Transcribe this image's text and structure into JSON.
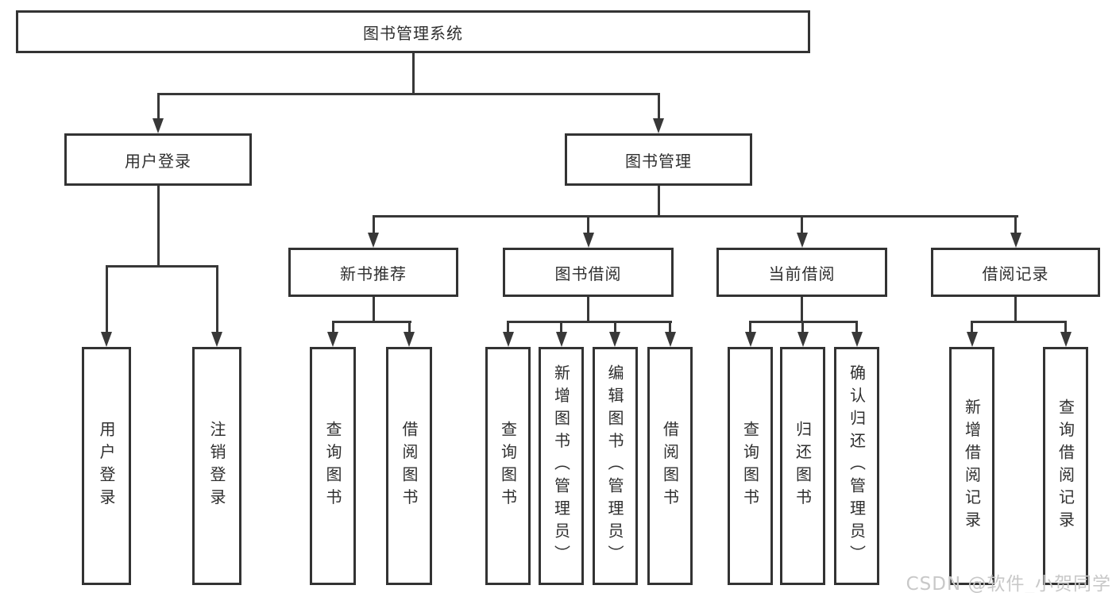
{
  "tree": {
    "root": "图书管理系统",
    "level2": [
      "用户登录",
      "图书管理"
    ],
    "level3": [
      "新书推荐",
      "图书借阅",
      "当前借阅",
      "借阅记录"
    ],
    "leaves": [
      "用户登录",
      "注销登录",
      "查询图书",
      "借阅图书",
      "查询图书",
      "新增图书（管理员）",
      "编辑图书（管理员）",
      "借阅图书",
      "查询图书",
      "归还图书",
      "确认归还（管理员）",
      "新增借阅记录",
      "查询借阅记录"
    ]
  },
  "watermark": "CSDN @软件_小贺同学",
  "colors": {
    "line": "#383838",
    "box_border": "#333333",
    "text": "#2f2f2f",
    "background": "#ffffff",
    "watermark": "#c8c8c8"
  }
}
